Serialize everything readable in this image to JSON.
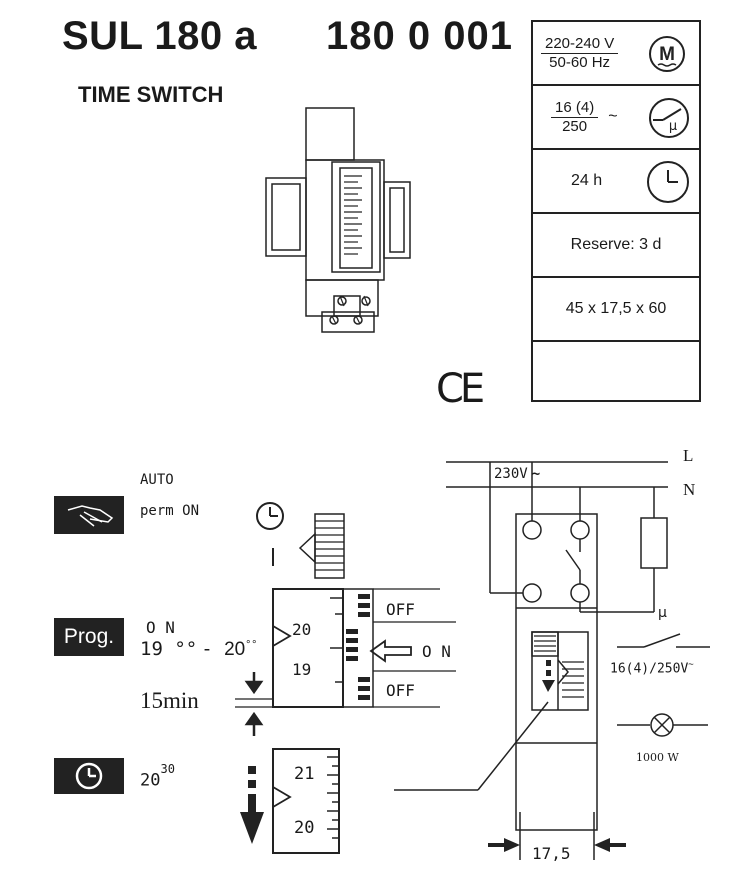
{
  "header": {
    "model": "SUL 180 a",
    "article_number": "180 0 001",
    "subtitle": "TIME SWITCH"
  },
  "specs": {
    "voltage": "220-240 V",
    "frequency": "50-60 Hz",
    "current": "16 (4)",
    "switching_voltage": "250",
    "ac_symbol": "~",
    "micro_symbol": "μ",
    "cycle": "24 h",
    "reserve": "Reserve: 3 d",
    "dimensions": "45 x 17,5 x 60",
    "motor_letter": "M"
  },
  "certification": "CE",
  "operation": {
    "auto_label": "AUTO",
    "perm_on_label": "perm ON",
    "manual_indicator": "I",
    "prog_button": "Prog.",
    "prog_on": "O N",
    "prog_from": "19 °°",
    "prog_dash": "-",
    "prog_to": "20",
    "prog_to_sup": "°°",
    "interval": "15min",
    "clock_time": "20",
    "clock_time_sup": "30",
    "dial_upper": "20",
    "dial_lower": "19",
    "dial_off_top": "OFF",
    "dial_on": "O N",
    "dial_off_bottom": "OFF",
    "dial2_upper": "21",
    "dial2_lower": "20"
  },
  "wiring": {
    "line": "L",
    "neutral": "N",
    "supply": "230V",
    "supply_ac": "~",
    "contact_micro": "μ",
    "contact_rating": "16(4)/250V",
    "contact_rating_ac": "~",
    "lamp_rating": "1000 W",
    "module_width": "17,5"
  }
}
